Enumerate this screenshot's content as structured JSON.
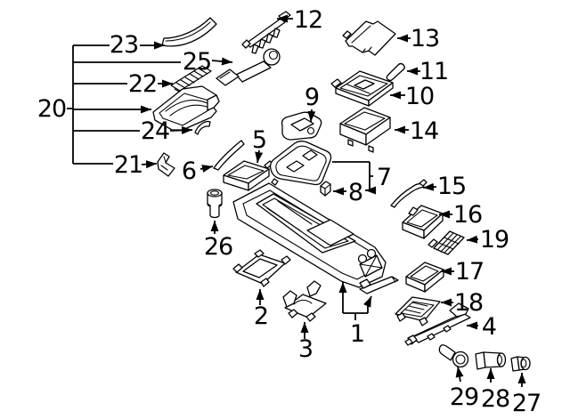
{
  "diagram": {
    "background": "#ffffff",
    "line_color": "#000000",
    "part_labels": {
      "p1": "1",
      "p2": "2",
      "p3": "3",
      "p4": "4",
      "p5": "5",
      "p6": "6",
      "p7": "7",
      "p8": "8",
      "p9": "9",
      "p10": "10",
      "p11": "11",
      "p12": "12",
      "p13": "13",
      "p14": "14",
      "p15": "15",
      "p16": "16",
      "p17": "17",
      "p18": "18",
      "p19": "19",
      "p20": "20",
      "p21": "21",
      "p22": "22",
      "p23": "23",
      "p24": "24",
      "p25": "25",
      "p26": "26",
      "p27": "27",
      "p28": "28",
      "p29": "29"
    }
  }
}
